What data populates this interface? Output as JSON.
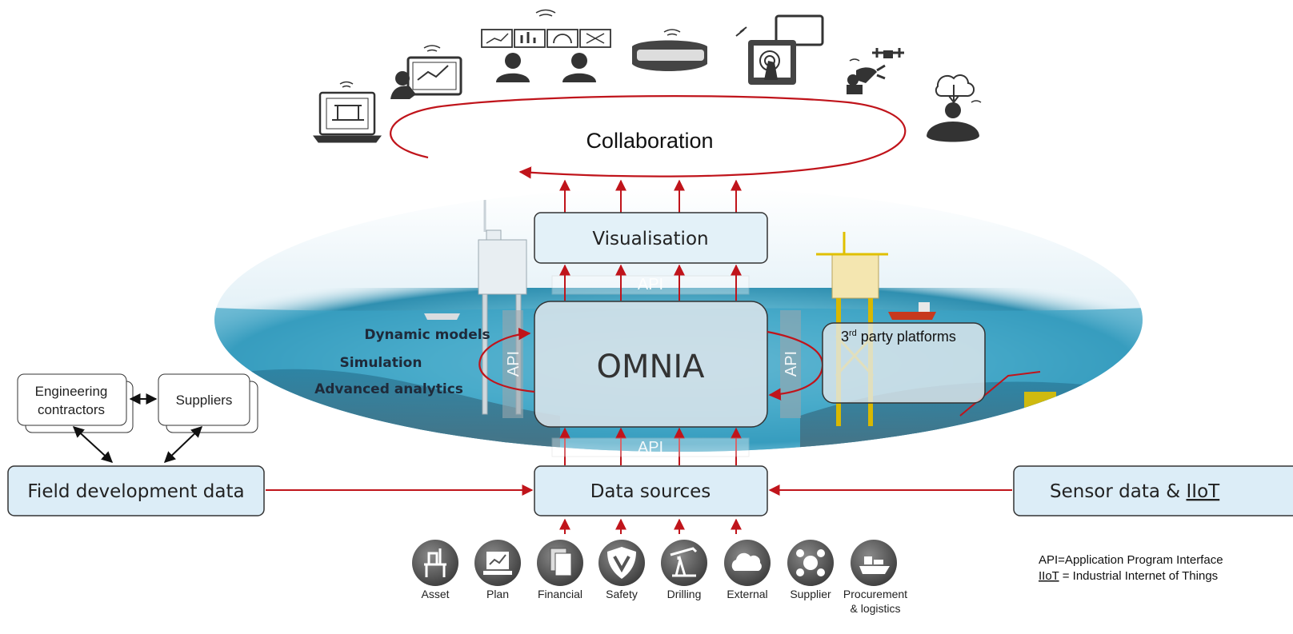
{
  "collaboration": {
    "label": "Collaboration"
  },
  "layers": {
    "visualisation": "Visualisation",
    "api_top": "API",
    "api_bottom": "API",
    "api_left": "API",
    "api_right": "API",
    "core": "OMNIA",
    "third_party": {
      "base": "3",
      "sup": "rd",
      "rest": " party platforms"
    },
    "data_sources": "Data sources"
  },
  "capabilities": [
    "Dynamic models",
    "Simulation",
    "Advanced analytics"
  ],
  "side_inputs": {
    "field_development": "Field development data",
    "sensor_data": "Sensor data & ",
    "sensor_data_iiot": "IIoT",
    "engineering_contractors_line1": "Engineering",
    "engineering_contractors_line2": "contractors",
    "suppliers": "Suppliers"
  },
  "sources": [
    {
      "label": "Asset",
      "icon": "asset-icon"
    },
    {
      "label": "Plan",
      "icon": "plan-icon"
    },
    {
      "label": "Financial",
      "icon": "financial-icon"
    },
    {
      "label": "Safety",
      "icon": "safety-icon"
    },
    {
      "label": "Drilling",
      "icon": "drilling-icon"
    },
    {
      "label": "External",
      "icon": "cloud-icon"
    },
    {
      "label": "Supplier",
      "icon": "supplier-network-icon"
    },
    {
      "label": "Procurement",
      "label2": "& logistics",
      "icon": "ship-icon"
    }
  ],
  "legend": {
    "line1": "API=Application Program Interface",
    "line2_abbr": "IIoT",
    "line2_rest": " = Industrial Internet of Things"
  },
  "devices": [
    "laptop-icon",
    "tablet-touch-icon",
    "dashboard-users-icon",
    "vr-headset-icon",
    "touch-tablet-icon",
    "robot-drone-icon",
    "cloud-user-icon"
  ],
  "colors": {
    "arrow": "#c0141b",
    "box_fill": "#dcedf7",
    "box_stroke": "#3a3a3a",
    "sea": "#3fa9c9",
    "icon_gray": "#555555"
  }
}
